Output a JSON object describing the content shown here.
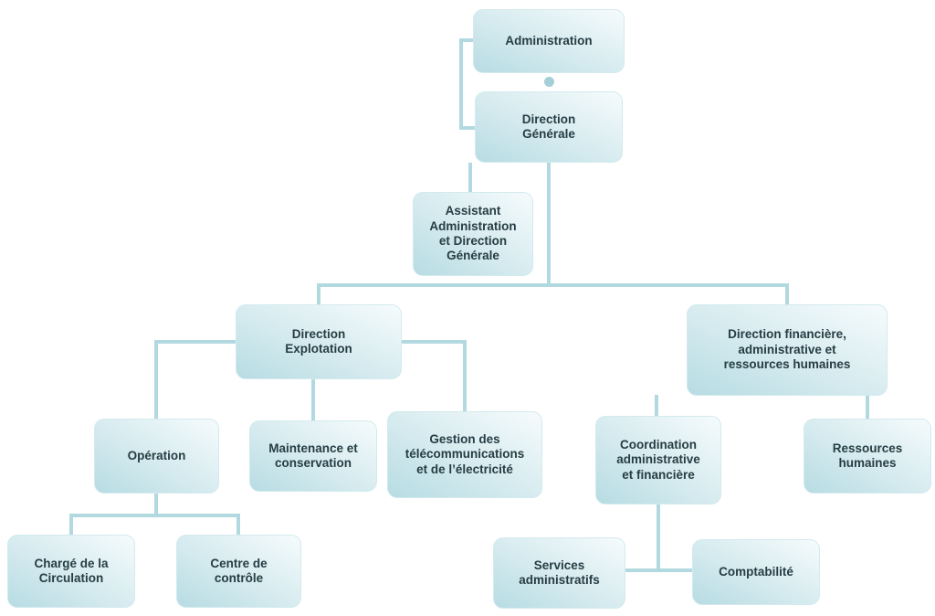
{
  "diagram": {
    "type": "org-chart",
    "language": "fr",
    "colors": {
      "box_gradient_start": "#b7dce3",
      "box_gradient_end": "#f6fbfc",
      "connector_line": "#b3d9e0",
      "text": "#253d43",
      "background": "#ffffff"
    },
    "nodes": {
      "administration": {
        "label": "Administration"
      },
      "direction_generale": {
        "label": "Direction\nGénérale"
      },
      "assistant": {
        "label": "Assistant\nAdministration\net Direction\nGénérale"
      },
      "direction_explotation": {
        "label": "Direction\nExplotation"
      },
      "direction_financiere": {
        "label": "Direction financière,\nadministrative et\nressources humaines"
      },
      "operation": {
        "label": "Opération"
      },
      "maintenance": {
        "label": "Maintenance et\nconservation"
      },
      "gestion": {
        "label": "Gestion des\ntélécommunications\net de l’électricité"
      },
      "coordination": {
        "label": "Coordination\nadministrative\net financière"
      },
      "ressources": {
        "label": "Ressources\nhumaines"
      },
      "charge_circulation": {
        "label": "Chargé de la\nCirculation"
      },
      "centre_controle": {
        "label": "Centre de\ncontrôle"
      },
      "services_administratifs": {
        "label": "Services\nadministratifs"
      },
      "comptabilite": {
        "label": "Comptabilité"
      }
    },
    "edges": [
      [
        "administration",
        "direction_generale"
      ],
      [
        "direction_generale",
        "assistant"
      ],
      [
        "direction_generale",
        "direction_explotation"
      ],
      [
        "direction_generale",
        "direction_financiere"
      ],
      [
        "direction_explotation",
        "operation"
      ],
      [
        "direction_explotation",
        "maintenance"
      ],
      [
        "direction_explotation",
        "gestion"
      ],
      [
        "operation",
        "charge_circulation"
      ],
      [
        "operation",
        "centre_controle"
      ],
      [
        "direction_financiere",
        "coordination"
      ],
      [
        "direction_financiere",
        "ressources"
      ],
      [
        "coordination",
        "services_administratifs"
      ],
      [
        "coordination",
        "comptabilite"
      ]
    ]
  }
}
